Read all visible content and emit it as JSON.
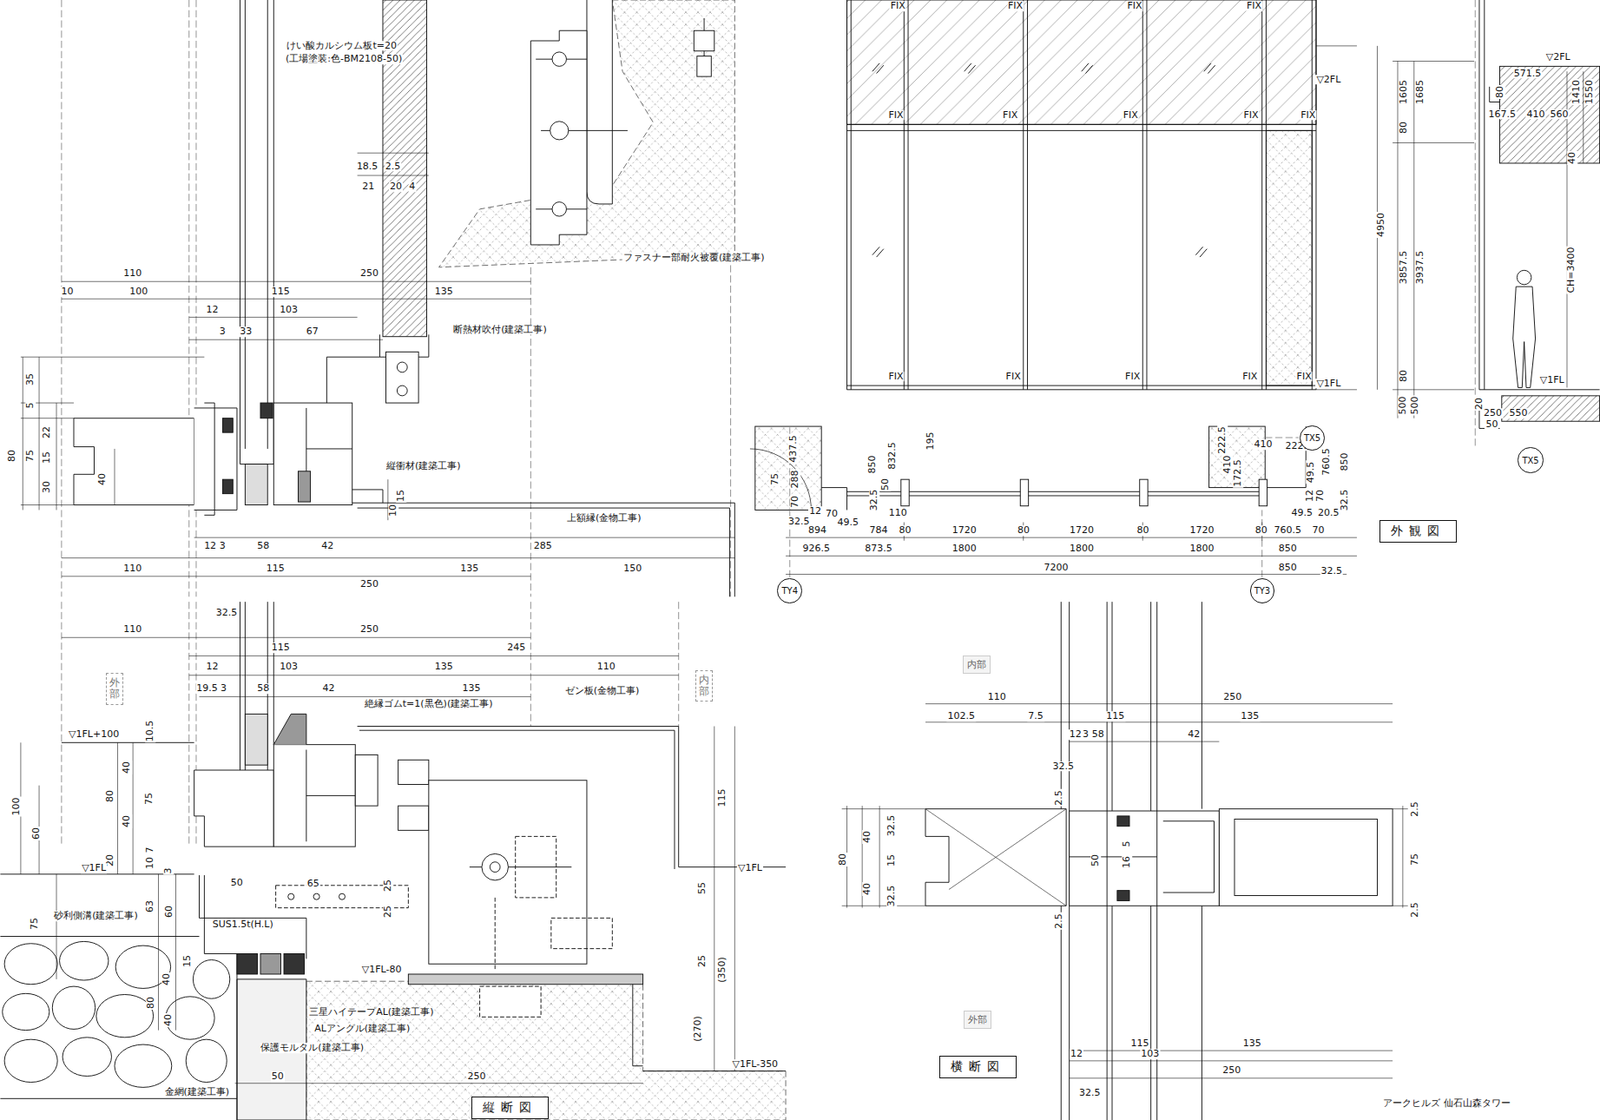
{
  "diagram": {
    "nodes": [
      {
        "text": [
          "外部"
        ]
      },
      {
        "text": [
          "内部"
        ]
      },
      {
        "text": [
          "縦断図"
        ]
      },
      {
        "text": [
          "TX5"
        ]
      },
      {
        "text": [
          "TX5"
        ]
      },
      {
        "text": [
          "外観図"
        ]
      },
      {
        "text": [
          "TY4"
        ]
      },
      {
        "text": [
          "TY3"
        ]
      },
      {
        "text": [
          "内部"
        ]
      },
      {
        "text": [
          "外部"
        ]
      },
      {
        "text": [
          "横断図"
        ]
      }
    ],
    "labels": [
      "けい酸カルシウム板t=20",
      "(工場塗装:色-BM2108-50)",
      "18.5",
      "2.5",
      "21",
      "20",
      "4",
      "ファスナー部耐火被覆(建築工事)",
      "110",
      "250",
      "10",
      "100",
      "115",
      "135",
      "12",
      "103",
      "3",
      "33",
      "67",
      "断熱材吹付(建築工事)",
      "35",
      "5",
      "22",
      "80",
      "75",
      "15",
      "40",
      "30",
      "縦衝材(建築工事)",
      "15",
      "10",
      "上額縁(金物工事)",
      "12",
      "3",
      "58",
      "42",
      "285",
      "110",
      "115",
      "135",
      "150",
      "250",
      "32.5",
      "110",
      "250",
      "115",
      "245",
      "12",
      "103",
      "135",
      "110",
      "19.5",
      "3",
      "58",
      "42",
      "135",
      "絶縁ゴムt=1(黒色)(建築工事)",
      "ゼン板(金物工事)",
      "▽1FL+100",
      "10.5",
      "40",
      "80",
      "75",
      "100",
      "40",
      "60",
      "115",
      "7",
      "10",
      "20",
      "▽1FL",
      "▽1FL",
      "3",
      "50",
      "65",
      "25",
      "55",
      "63",
      "60",
      "25",
      "砂利側溝(建築工事)",
      "75",
      "SUS1.5t(H.L)",
      "15",
      "25",
      "▽1FL-80",
      "(350)",
      "40",
      "80",
      "三星ハイテープAL(建築工事)",
      "40",
      "ALアングル(建築工事)",
      "(270)",
      "保護モルタル(建築工事)",
      "▽1FL-350",
      "50",
      "250",
      "金網(建築工事)",
      "FIX",
      "FIX",
      "FIX",
      "FIX",
      "FIX",
      "FIX",
      "FIX",
      "FIX",
      "FIX",
      "FIX",
      "FIX",
      "FIX",
      "FIX",
      "FIX",
      "▽2FL",
      "4950",
      "▽1FL",
      "1605",
      "1685",
      "▽2FL",
      "571.5",
      "80",
      "167.5",
      "410",
      "1410",
      "1550",
      "560",
      "80",
      "40",
      "3857.5",
      "3937.5",
      "CH=3400",
      "80",
      "▽1FL",
      "500",
      "500",
      "20",
      "250",
      "550",
      "50",
      "437.5",
      "75",
      "288",
      "70",
      "12",
      "32.5",
      "70",
      "49.5",
      "850",
      "832.5",
      "195",
      "50",
      "32.5",
      "110",
      "222.5",
      "410",
      "172.5",
      "410",
      "222.5",
      "49.5",
      "760.5",
      "850",
      "12",
      "70",
      "32.5",
      "49.5",
      "20.5",
      "894",
      "784",
      "80",
      "1720",
      "80",
      "1720",
      "80",
      "1720",
      "80",
      "760.5",
      "70",
      "926.5",
      "873.5",
      "1800",
      "1800",
      "1800",
      "850",
      "7200",
      "850",
      "32.5",
      "110",
      "250",
      "102.5",
      "7.5",
      "115",
      "135",
      "12",
      "3",
      "58",
      "42",
      "32.5",
      "2.5",
      "2.5",
      "32.5",
      "40",
      "5",
      "80",
      "15",
      "50",
      "16",
      "75",
      "40",
      "32.5",
      "2.5",
      "2.5",
      "115",
      "135",
      "12",
      "103",
      "250",
      "32.5",
      "アークヒルズ 仙石山森タワー"
    ]
  }
}
